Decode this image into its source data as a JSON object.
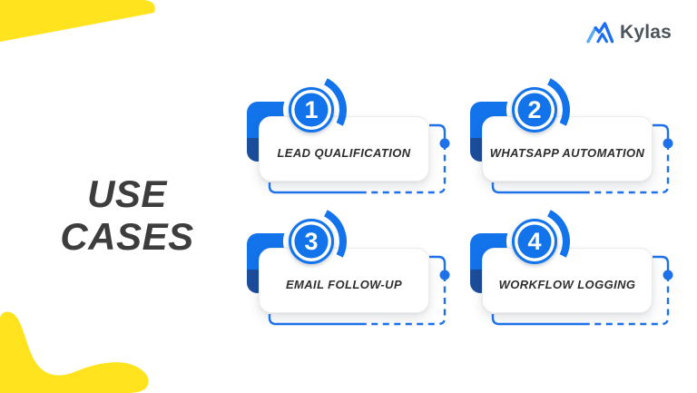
{
  "page": {
    "background": "#ffffff"
  },
  "logo": {
    "brand": "Kylas",
    "icon": "kylas-mountain-icon",
    "icon_color": "#1D6FF2",
    "text_color": "#4E545C"
  },
  "title": {
    "line1": "USE",
    "line2": "CASES",
    "color": "#3D3D3D"
  },
  "cards": [
    {
      "number": "1",
      "label": "LEAD QUALIFICATION"
    },
    {
      "number": "2",
      "label": "WHATSAPP AUTOMATION"
    },
    {
      "number": "3",
      "label": "EMAIL FOLLOW-UP"
    },
    {
      "number": "4",
      "label": "WORKFLOW LOGGING"
    }
  ],
  "colors": {
    "accent_blue": "#1273EB",
    "fold_blue": "#1D4E9B",
    "outline_blue": "#1E71E8",
    "yellow": "#FFE31E",
    "label_text": "#2E2E2E"
  }
}
